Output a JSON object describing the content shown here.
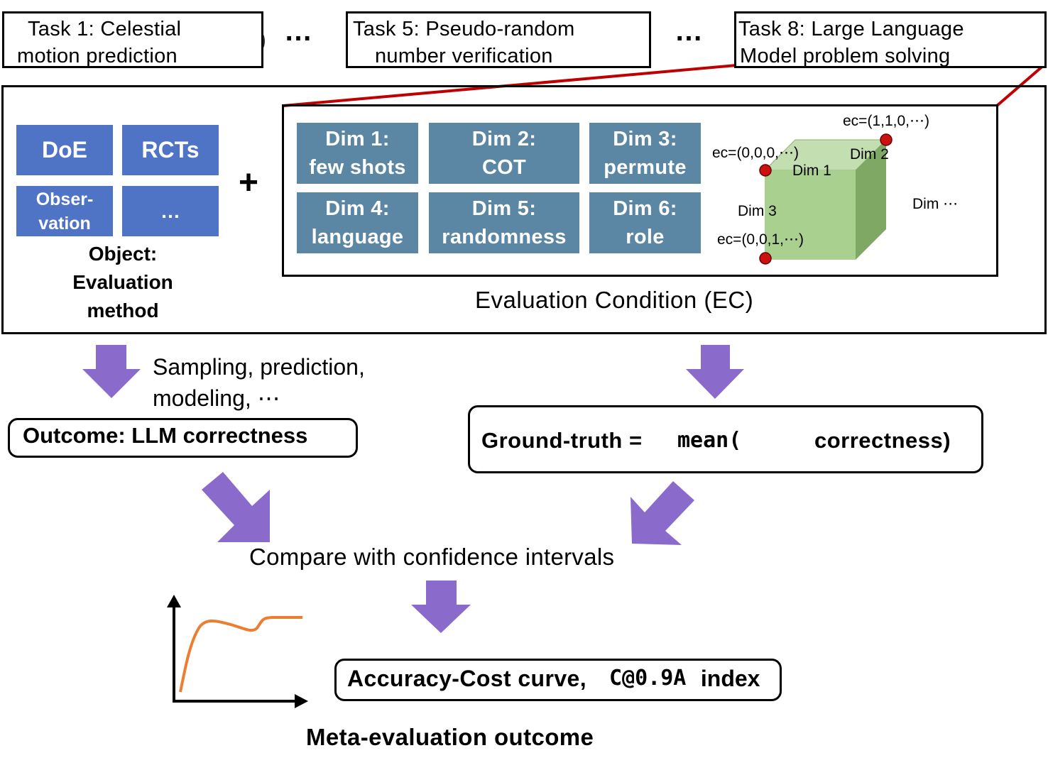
{
  "tasks": [
    {
      "line1": "Task 1: Celestial",
      "line2": "motion prediction",
      "icon": "planet-icon"
    },
    {
      "line1": "Task 5: Pseudo-random",
      "line2": "number verification",
      "icon": "dice-icon"
    },
    {
      "line1": "Task 8: Large Language",
      "line2": "Model problem solving",
      "icon": "ai-chip-icon"
    }
  ],
  "ellipsis": "…",
  "methods": {
    "items": [
      "DoE",
      "RCTs",
      "Obser-\nvation",
      "…"
    ],
    "caption": "Object:\nEvaluation\nmethod"
  },
  "plus": "+",
  "dims": [
    "Dim 1:\nfew shots",
    "Dim 2:\nCOT",
    "Dim 3:\npermute",
    "Dim 4:\nlanguage",
    "Dim 5:\nrandomness",
    "Dim 6:\nrole"
  ],
  "cube": {
    "ec_top": "ec=(1,1,0,⋯)",
    "ec_left": "ec=(0,0,0,⋯)",
    "ec_bottom": "ec=(0,0,1,⋯)",
    "dim1": "Dim 1",
    "dim2": "Dim 2",
    "dim3": "Dim 3",
    "dim_more": "Dim ⋯",
    "color_front": "#a9d08e",
    "color_side": "#7fa864",
    "point_color": "#cc1111"
  },
  "ec_title": "Evaluation Condition (EC)",
  "sampling_text": "Sampling, prediction,\nmodeling, ⋯",
  "outcome": "Outcome: LLM correctness",
  "ground_truth": {
    "prefix": "Ground-truth = ",
    "func": "mean(",
    "suffix": "correctness)"
  },
  "compare": "Compare with confidence intervals",
  "accuracy": {
    "prefix": "Accuracy-Cost curve, ",
    "index_mono": "C@0.9A",
    "suffix": " index"
  },
  "meta": "Meta-evaluation outcome",
  "colors": {
    "arrow": "#8a6bcc",
    "connector": "#c00000",
    "curve": "#ed7d31"
  }
}
